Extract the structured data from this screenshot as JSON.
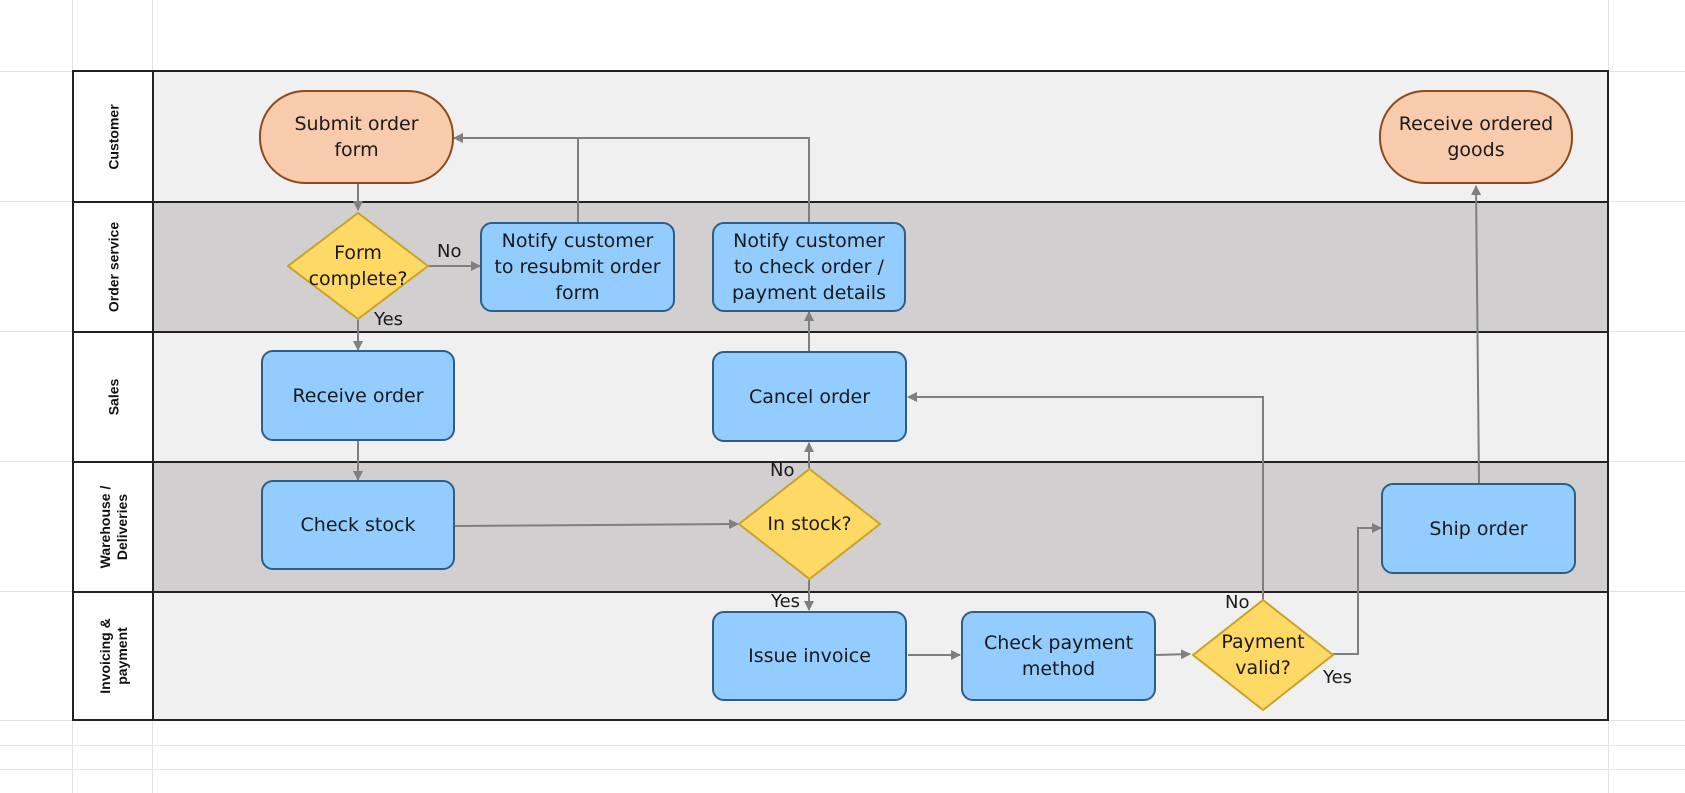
{
  "lanes": [
    {
      "label": "Customer"
    },
    {
      "label": "Order service"
    },
    {
      "label": "Sales"
    },
    {
      "label": "Warehouse /\nDeliveries"
    },
    {
      "label": "Invoicing &\npayment"
    }
  ],
  "nodes": {
    "submit_order_form": "Submit order\nform",
    "receive_ordered_goods": "Receive ordered\ngoods",
    "form_complete": "Form\ncomplete?",
    "notify_resubmit": "Notify customer\nto resubmit order\nform",
    "notify_check": "Notify customer\nto check order /\npayment details",
    "receive_order": "Receive order",
    "cancel_order": "Cancel order",
    "check_stock": "Check stock",
    "in_stock": "In stock?",
    "ship_order": "Ship order",
    "issue_invoice": "Issue invoice",
    "check_payment_method": "Check payment\nmethod",
    "payment_valid": "Payment\nvalid?"
  },
  "edge_labels": {
    "form_no": "No",
    "form_yes": "Yes",
    "stock_no": "No",
    "stock_yes": "Yes",
    "payment_no": "No",
    "payment_yes": "Yes"
  },
  "colors": {
    "terminal_fill": "#f7cbac",
    "terminal_border": "#8a4a1a",
    "process_fill": "#93ccff",
    "process_border": "#2f5d86",
    "decision_fill": "#ffd966",
    "decision_border": "#c9a227",
    "connector": "#7f7f7f",
    "lane_light": "#f0f0f0",
    "lane_dark": "#d1cfcf"
  }
}
